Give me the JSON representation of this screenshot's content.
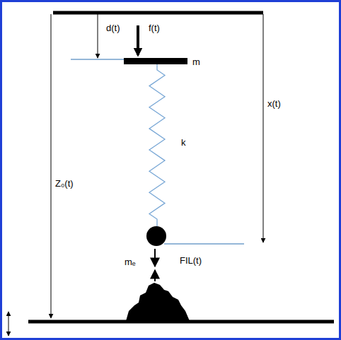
{
  "diagram": {
    "labels": [
      "d(t)",
      "f(t)",
      "m",
      "k",
      "x(t)",
      "Z₀(t)",
      "mₑ",
      "FIL(t)"
    ]
  }
}
